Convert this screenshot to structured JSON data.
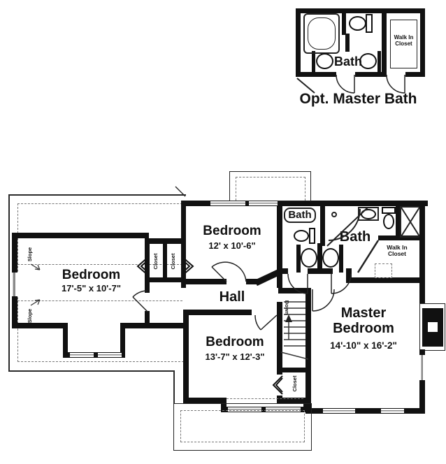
{
  "colors": {
    "wall": "#111111",
    "linework": "#2a2a2a",
    "dashed_roofline": "#777777",
    "background": "#ffffff"
  },
  "inset": {
    "caption": "Opt. Master Bath",
    "bath_label": "Bath",
    "wic_label": "Walk In Closet"
  },
  "rooms": {
    "bedroom_left": {
      "name": "Bedroom",
      "dims": "17'-5\" x 10'-7\""
    },
    "bedroom_top": {
      "name": "Bedroom",
      "dims": "12' x 10'-6\""
    },
    "bedroom_bottom": {
      "name": "Bedroom",
      "dims": "13'-7\" x 12'-3\""
    },
    "master_bedroom": {
      "name": "Master Bedroom",
      "dims": "14'-10\" x 16'-2\""
    },
    "hall": {
      "name": "Hall"
    },
    "hall_bath": {
      "name": "Bath"
    },
    "master_bath": {
      "name": "Bath"
    },
    "walk_in_closet": {
      "name": "Walk In Closet"
    }
  },
  "annotations": {
    "slope": "Slope",
    "closet": "Closet",
    "down": "Down"
  }
}
